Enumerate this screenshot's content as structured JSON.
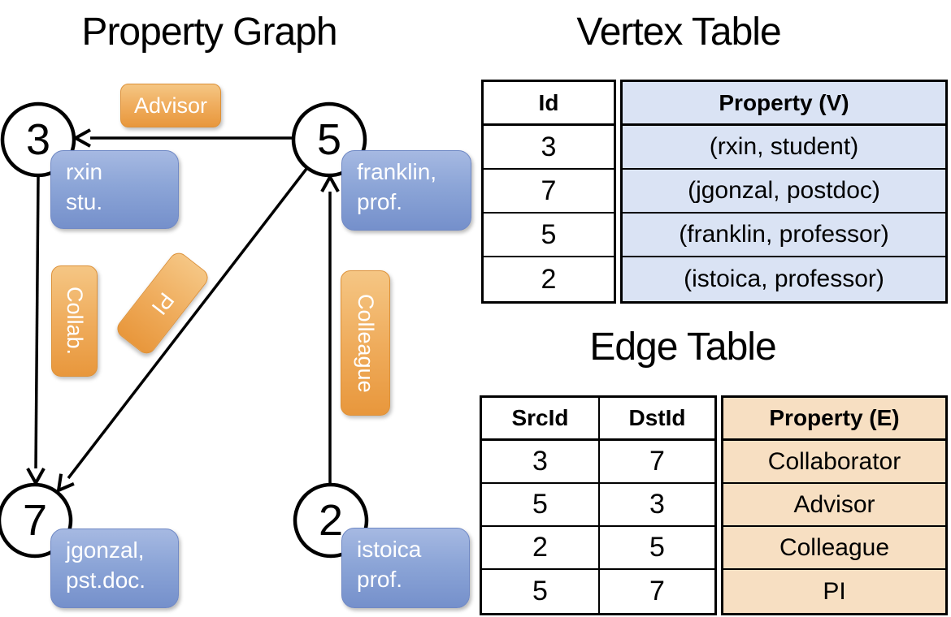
{
  "colors": {
    "edge_label_orange_top": "#F5C684",
    "edge_label_orange_bottom": "#E8973C",
    "vertex_label_blue_top": "#A6B9E2",
    "vertex_label_blue_bottom": "#7590CB",
    "vertex_table_fill": "#DAE3F4",
    "edge_table_fill": "#F7DFC2",
    "line_color": "#000000"
  },
  "graph": {
    "title": "Property Graph",
    "vertices": [
      {
        "id": "3",
        "label_lines": [
          "rxin",
          "stu."
        ]
      },
      {
        "id": "5",
        "label_lines": [
          "franklin,",
          "prof."
        ]
      },
      {
        "id": "7",
        "label_lines": [
          "jgonzal,",
          "pst.doc."
        ]
      },
      {
        "id": "2",
        "label_lines": [
          "istoica",
          "prof."
        ]
      }
    ],
    "edges": [
      {
        "label": "Advisor",
        "src": "5",
        "dst": "3"
      },
      {
        "label": "Collab.",
        "src": "3",
        "dst": "7"
      },
      {
        "label": "PI",
        "src": "5",
        "dst": "7"
      },
      {
        "label": "Colleague",
        "src": "2",
        "dst": "5"
      }
    ]
  },
  "vertex_table": {
    "title": "Vertex Table",
    "columns": {
      "id": "Id",
      "property": "Property (V)"
    },
    "rows": [
      {
        "id": "3",
        "property": "(rxin, student)"
      },
      {
        "id": "7",
        "property": "(jgonzal, postdoc)"
      },
      {
        "id": "5",
        "property": "(franklin, professor)"
      },
      {
        "id": "2",
        "property": "(istoica, professor)"
      }
    ]
  },
  "edge_table": {
    "title": "Edge Table",
    "columns": {
      "src": "SrcId",
      "dst": "DstId",
      "property": "Property (E)"
    },
    "rows": [
      {
        "src": "3",
        "dst": "7",
        "property": "Collaborator"
      },
      {
        "src": "5",
        "dst": "3",
        "property": "Advisor"
      },
      {
        "src": "2",
        "dst": "5",
        "property": "Colleague"
      },
      {
        "src": "5",
        "dst": "7",
        "property": "PI"
      }
    ]
  }
}
